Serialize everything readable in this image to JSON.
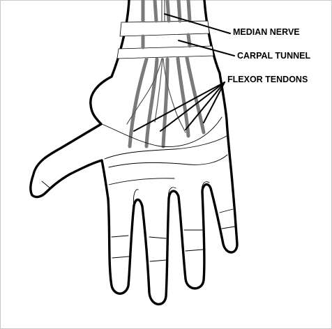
{
  "labels": {
    "median_nerve": "MEDIAN NERVE",
    "carpal_tunnel": "CARPAL TUNNEL",
    "flexor_tendons": "FLEXOR TENDONS"
  },
  "colors": {
    "outline": "#000000",
    "tendon": "#7a7a7a",
    "background": "#ffffff",
    "frame": "#c8c8c8"
  }
}
